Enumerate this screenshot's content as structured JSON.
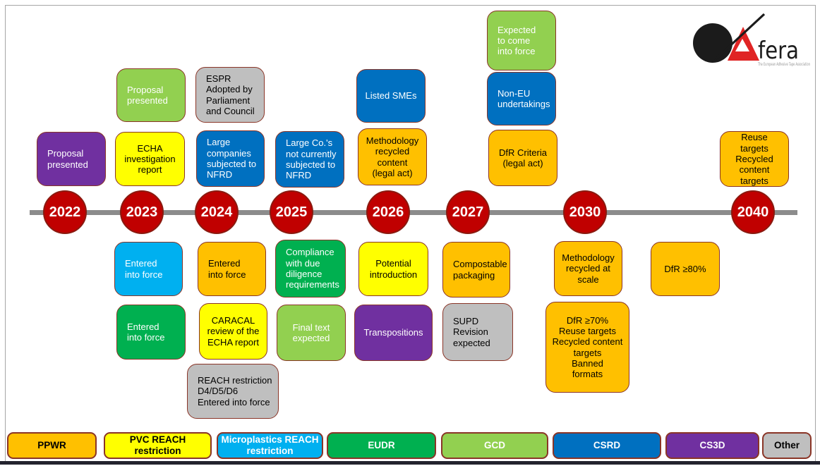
{
  "logo": {
    "wordmark": "fera",
    "tagline": "The European Adhesive Tape Association",
    "mark_black": "#1b1b1b",
    "mark_red": "#e02424"
  },
  "timeline": {
    "line_color": "#8C8C8C",
    "year_fill": "#C00000",
    "year_text": "#FFFFFF",
    "box_border": "#8A3527"
  },
  "categories": {
    "PPWR": {
      "fill": "#FFC000",
      "text": "#000000"
    },
    "PVC_REACH": {
      "fill": "#FFFF00",
      "text": "#000000"
    },
    "Microplastics_REACH": {
      "fill": "#00B0F0",
      "text": "#FFFFFF"
    },
    "EUDR": {
      "fill": "#00B050",
      "text": "#FFFFFF"
    },
    "GCD": {
      "fill": "#92D050",
      "text": "#FFFFFF"
    },
    "CSRD": {
      "fill": "#0070C0",
      "text": "#FFFFFF"
    },
    "CS3D": {
      "fill": "#7030A0",
      "text": "#FFFFFF"
    },
    "Other": {
      "fill": "#BFBFBF",
      "text": "#000000"
    }
  },
  "years": [
    {
      "label": "2022"
    },
    {
      "label": "2023"
    },
    {
      "label": "2024"
    },
    {
      "label": "2025"
    },
    {
      "label": "2026"
    },
    {
      "label": "2027"
    },
    {
      "label": "2030"
    },
    {
      "label": "2040"
    }
  ],
  "events_above": [
    {
      "text": "Proposal\npresented",
      "category": "CS3D",
      "year": "2022"
    },
    {
      "text": "Proposal\npresented",
      "category": "GCD",
      "year": "2023"
    },
    {
      "text": "ECHA\ninvestigation\nreport",
      "category": "PVC_REACH",
      "year": "2023"
    },
    {
      "text": "ESPR\nAdopted by\nParliament\nand Council",
      "category": "Other",
      "year": "2024"
    },
    {
      "text": "Large\ncompanies\nsubjected to\nNFRD",
      "category": "CSRD",
      "year": "2024"
    },
    {
      "text": "Large Co.'s\nnot currently\nsubjected to\nNFRD",
      "category": "CSRD",
      "year": "2025"
    },
    {
      "text": "Listed SMEs",
      "category": "CSRD",
      "year": "2026"
    },
    {
      "text": "Methodology\nrecycled\ncontent\n(legal act)",
      "category": "PPWR",
      "year": "2026"
    },
    {
      "text": "Expected\nto come\ninto force",
      "category": "GCD",
      "year": "2027"
    },
    {
      "text": "Non-EU\nundertakings",
      "category": "CSRD",
      "year": "2027"
    },
    {
      "text": "DfR Criteria\n(legal act)",
      "category": "PPWR",
      "year": "2027"
    },
    {
      "text": "Reuse targets\nRecycled\ncontent\ntargets",
      "category": "PPWR",
      "year": "2040"
    }
  ],
  "events_below": [
    {
      "text": "Entered\ninto force",
      "category": "Microplastics_REACH",
      "year": "2023"
    },
    {
      "text": "Entered\ninto force",
      "category": "EUDR",
      "year": "2023"
    },
    {
      "text": "Entered\ninto force",
      "category": "PPWR",
      "year": "2024"
    },
    {
      "text": "CARACAL\nreview of the\nECHA report",
      "category": "PVC_REACH",
      "year": "2024"
    },
    {
      "text": "REACH restriction\nD4/D5/D6\nEntered into force",
      "category": "Other",
      "year": "2024"
    },
    {
      "text": "Compliance\nwith due\ndiligence\nrequirements",
      "category": "EUDR",
      "year": "2025"
    },
    {
      "text": "Final text\nexpected",
      "category": "GCD",
      "year": "2025"
    },
    {
      "text": "Potential\nintroduction",
      "category": "PVC_REACH",
      "year": "2026"
    },
    {
      "text": "Transpositions",
      "category": "CS3D",
      "year": "2026"
    },
    {
      "text": "Compostable\npackaging",
      "category": "PPWR",
      "year": "2027"
    },
    {
      "text": "SUPD\nRevision\nexpected",
      "category": "Other",
      "year": "2027"
    },
    {
      "text": "Methodology\nrecycled at\nscale",
      "category": "PPWR",
      "year": "2030"
    },
    {
      "text": "DfR ≥70%\nReuse targets\nRecycled content\ntargets\nBanned\nformats",
      "category": "PPWR",
      "year": "2030"
    },
    {
      "text": "DfR ≥80%",
      "category": "PPWR",
      "year": "2030-2040"
    }
  ],
  "legend": [
    {
      "label": "PPWR",
      "category": "PPWR"
    },
    {
      "label": "PVC REACH\nrestriction",
      "category": "PVC_REACH"
    },
    {
      "label": "Microplastics REACH\nrestriction",
      "category": "Microplastics_REACH"
    },
    {
      "label": "EUDR",
      "category": "EUDR"
    },
    {
      "label": "GCD",
      "category": "GCD"
    },
    {
      "label": "CSRD",
      "category": "CSRD"
    },
    {
      "label": "CS3D",
      "category": "CS3D"
    },
    {
      "label": "Other",
      "category": "Other"
    }
  ]
}
